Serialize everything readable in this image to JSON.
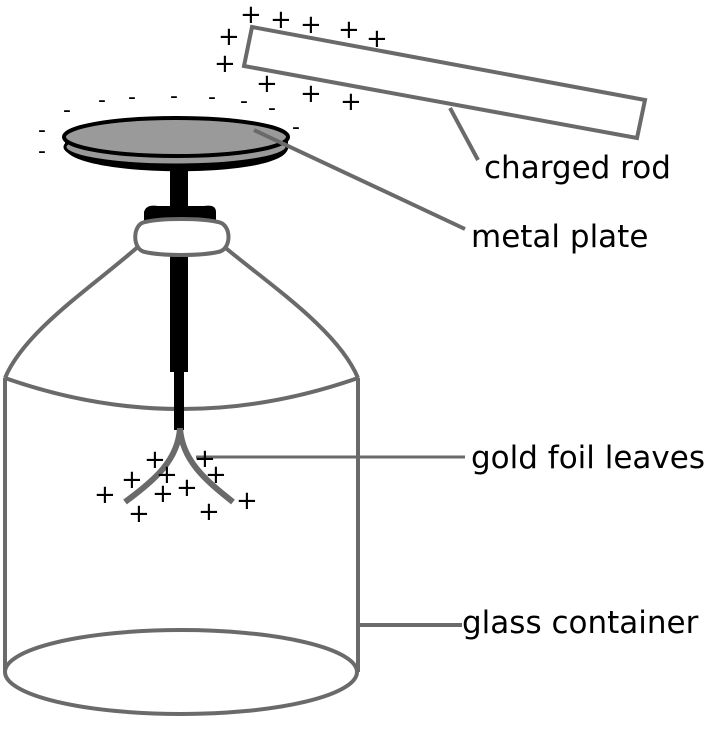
{
  "labels": {
    "rod": "charged rod",
    "plate": "metal plate",
    "leaves": "gold foil leaves",
    "container": "glass container"
  },
  "signs": {
    "plus": "+",
    "minus": "-"
  },
  "colors": {
    "outline": "#6a6a6a",
    "rod_fill": "#ffffff",
    "plate_fill": "#9a9a9a",
    "stem": "#000000",
    "text": "#000000"
  }
}
